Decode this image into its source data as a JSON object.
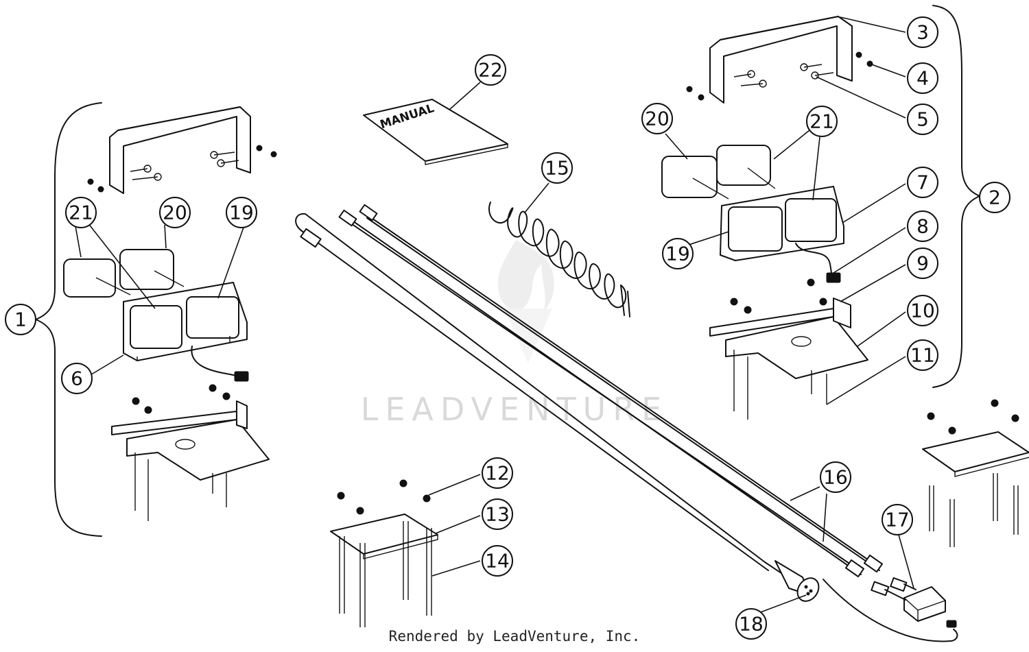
{
  "watermark": "LEADVENTURE",
  "credit": "Rendered by LeadVenture, Inc.",
  "manual_label": "MANUAL",
  "callouts": [
    "1",
    "2",
    "3",
    "4",
    "5",
    "6",
    "7",
    "8",
    "9",
    "10",
    "11",
    "12",
    "13",
    "14",
    "15",
    "16",
    "17",
    "18",
    "19",
    "20",
    "21",
    "22"
  ]
}
